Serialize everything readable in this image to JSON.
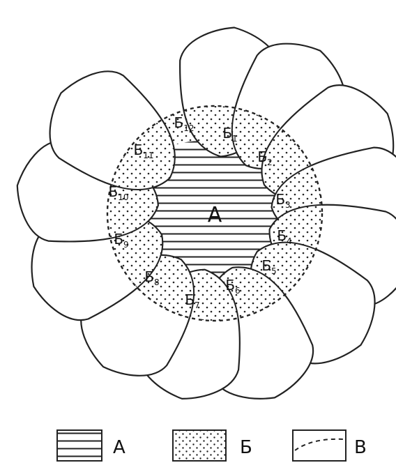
{
  "diagram": {
    "center_label": "А",
    "zone_labels": [
      {
        "base": "Б",
        "sub": "1"
      },
      {
        "base": "Б",
        "sub": "2"
      },
      {
        "base": "Б",
        "sub": "3"
      },
      {
        "base": "Б",
        "sub": "4"
      },
      {
        "base": "Б",
        "sub": "5"
      },
      {
        "base": "Б",
        "sub": "6"
      },
      {
        "base": "Б",
        "sub": "7"
      },
      {
        "base": "Б",
        "sub": "8"
      },
      {
        "base": "Б",
        "sub": "9"
      },
      {
        "base": "Б",
        "sub": "10"
      },
      {
        "base": "Б",
        "sub": "11"
      },
      {
        "base": "Б",
        "sub": "12"
      }
    ]
  },
  "legend": [
    {
      "label": "А",
      "pattern": "hatched-lines"
    },
    {
      "label": "Б",
      "pattern": "dots"
    },
    {
      "label": "В",
      "pattern": "dashed-curve"
    }
  ],
  "colors": {
    "ink": "#222222",
    "background": "#ffffff"
  }
}
